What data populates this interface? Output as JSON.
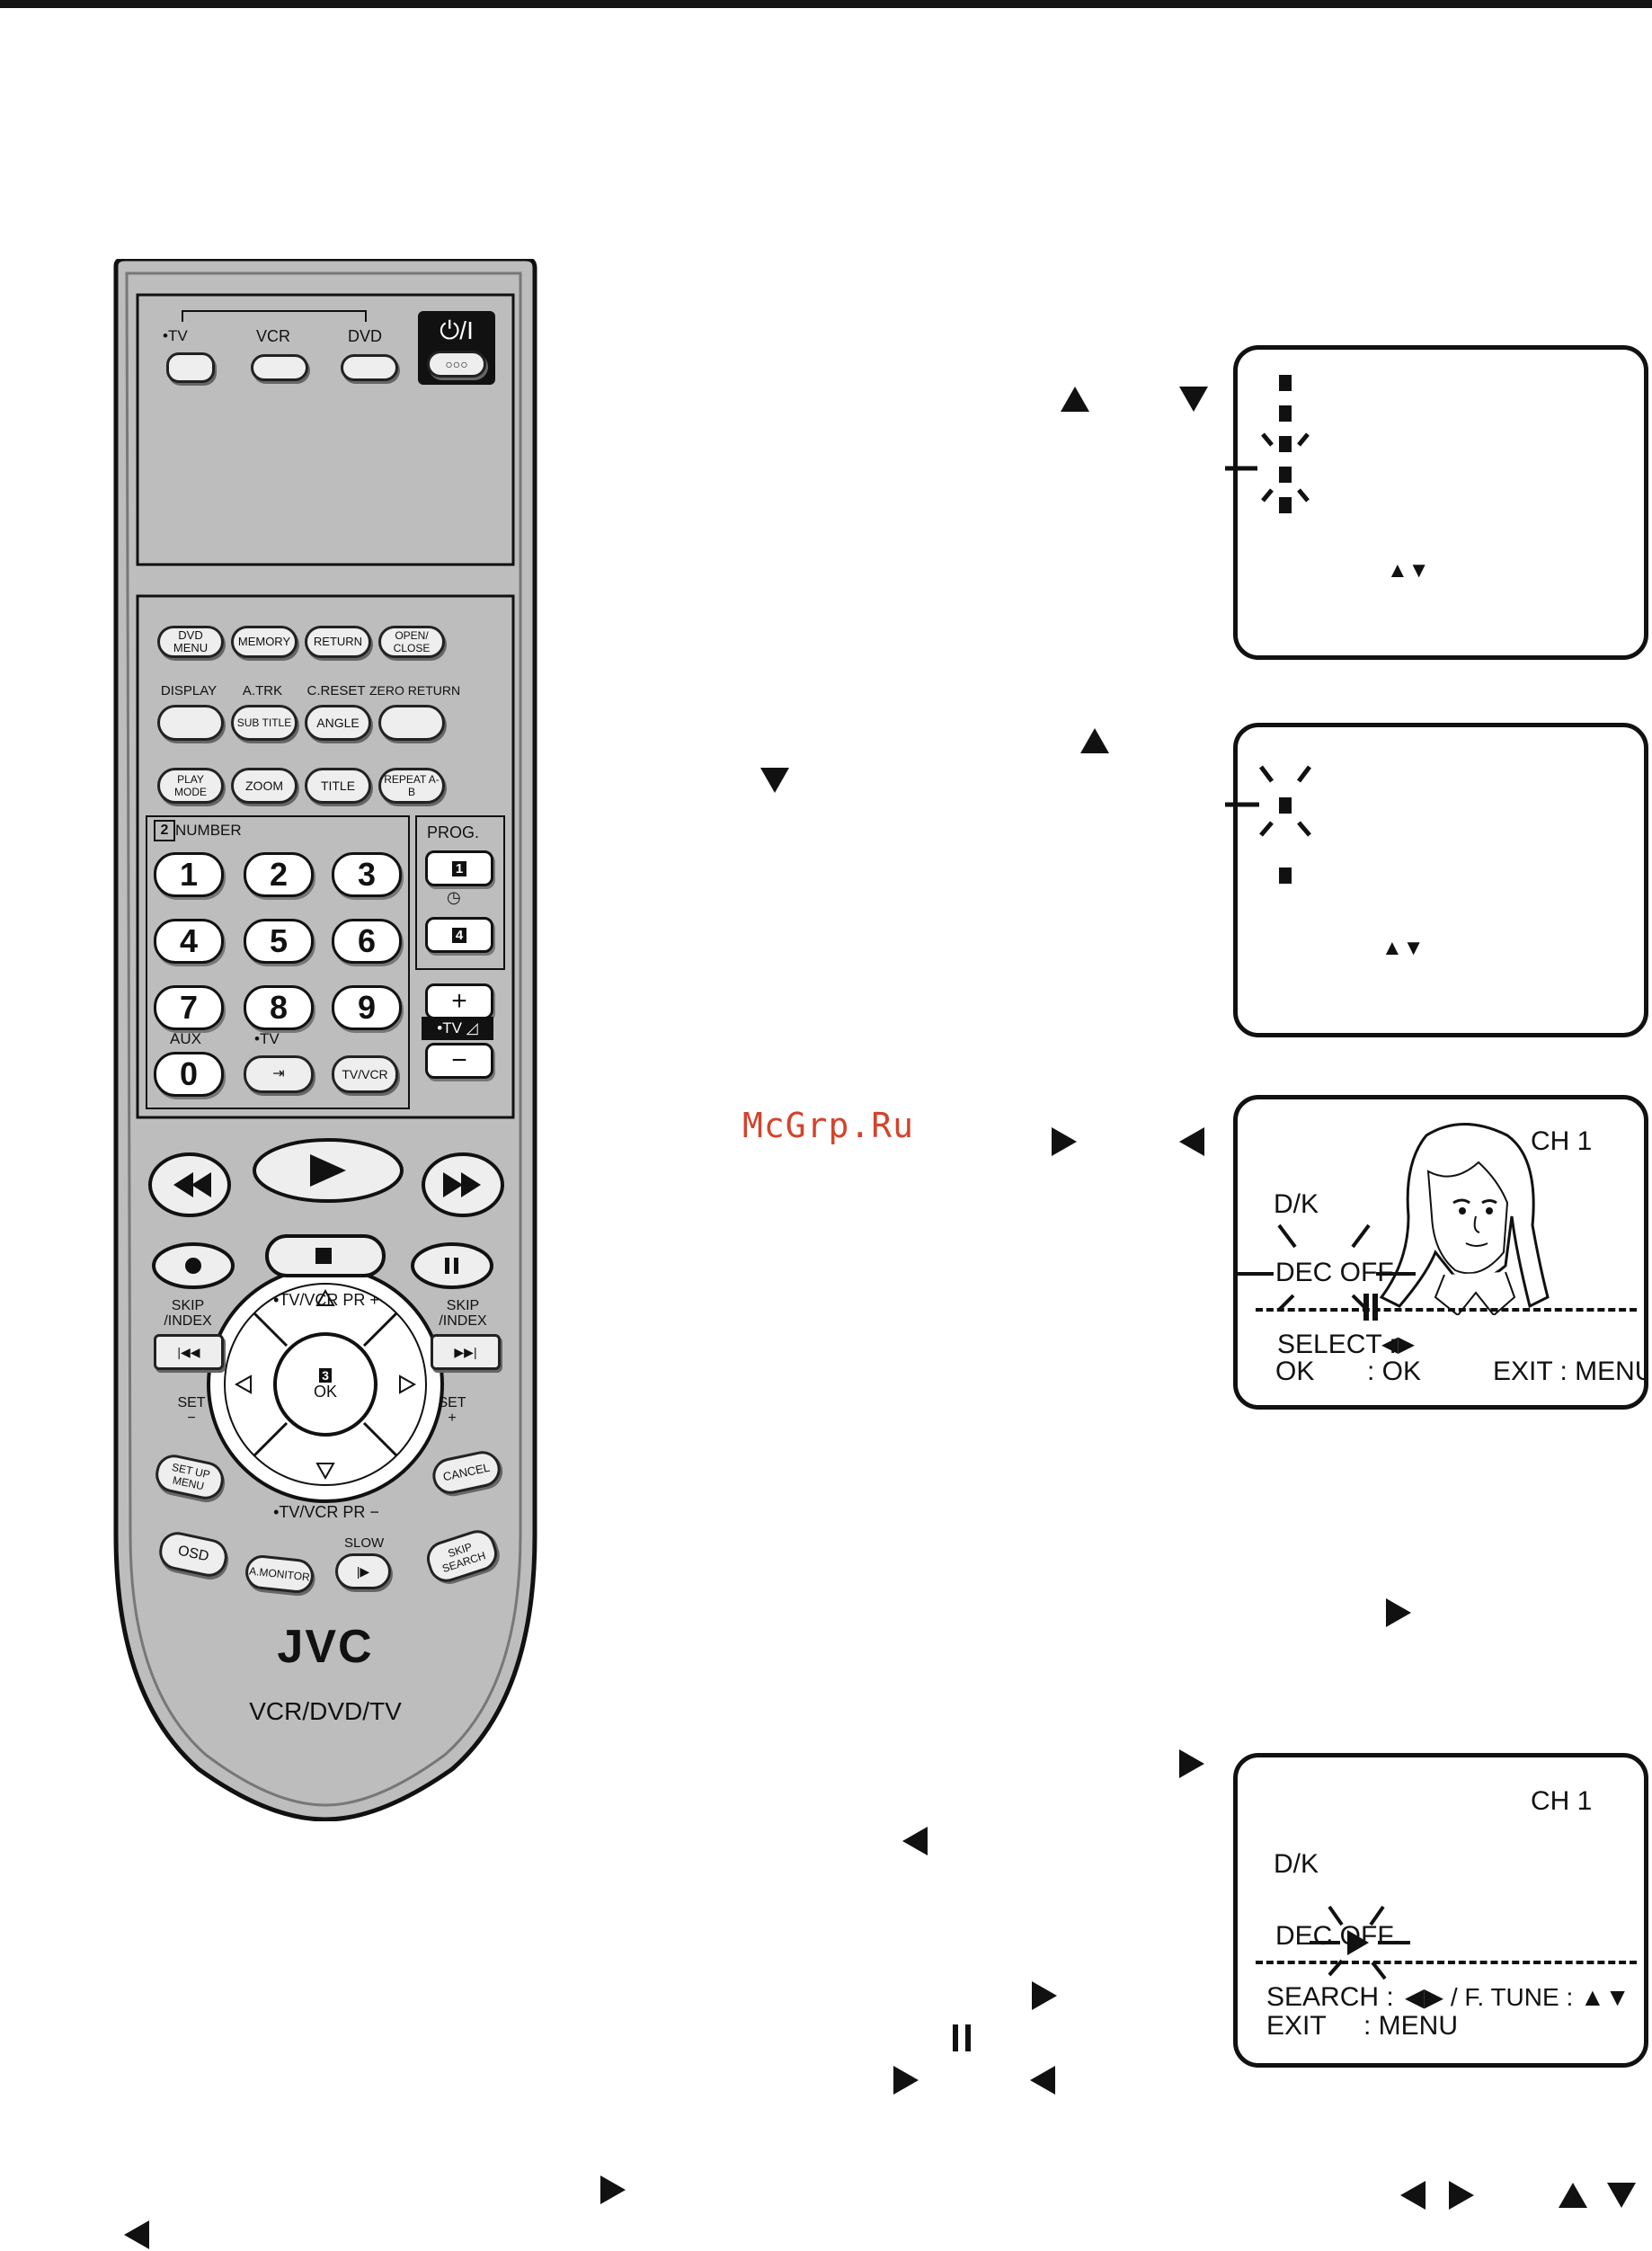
{
  "watermark": "McGrp.Ru",
  "remote": {
    "top_labels": {
      "tv": "•TV",
      "vcr": "VCR",
      "dvd": "DVD"
    },
    "power_label": "⏻/I",
    "row1": [
      "DVD MENU",
      "MEMORY",
      "RETURN",
      "OPEN/ CLOSE"
    ],
    "row2_top": [
      "DISPLAY",
      "A.TRK",
      "C.RESET",
      "ZERO RETURN"
    ],
    "row2": [
      "",
      "SUB TITLE",
      "ANGLE",
      ""
    ],
    "row3": [
      "PLAY MODE",
      "ZOOM",
      "TITLE",
      "REPEAT A-B"
    ],
    "number_label": "NUMBER",
    "number_tag": "2",
    "prog_label": "PROG.",
    "prog_keys": [
      "1",
      "4"
    ],
    "digits": [
      "1",
      "2",
      "3",
      "4",
      "5",
      "6",
      "7",
      "8",
      "9",
      "0"
    ],
    "aux_label": "AUX",
    "tv_label": "•TV",
    "tvvcr_label": "TV/VCR",
    "vol_plus": "+",
    "vol_minus": "−",
    "tv_vol_label": "•TV ◿",
    "skip_index_left": "SKIP /INDEX",
    "skip_index_right": "SKIP /INDEX",
    "pr_top": "•TV/VCR PR +",
    "pr_bottom": "•TV/VCR PR −",
    "set_minus": "SET −",
    "set_plus": "SET +",
    "ok_tag": "3",
    "ok_label": "OK",
    "setup_menu": "SET UP MENU",
    "cancel": "CANCEL",
    "osd": "OSD",
    "a_monitor": "A.MONITOR",
    "slow": "SLOW",
    "skip_search": "SKIP SEARCH",
    "brand": "JVC",
    "model": "VCR/DVD/TV"
  },
  "screen3": {
    "ch": "CH   1",
    "dk": "D/K",
    "dec": "DEC OFF",
    "select": "SELECT :",
    "select_arrows": "◀▶",
    "ok": "OK",
    "ok_val": ": OK",
    "exit": "EXIT : MENU"
  },
  "screen4": {
    "ch": "CH   1",
    "dk": "D/K",
    "dec": "DEC OFF",
    "search": "SEARCH :",
    "search_arrows": "◀▶ / F. TUNE : ▲▼",
    "exit": "EXIT",
    "exit_val": ": MENU"
  },
  "screen1": {
    "arrows": "▲▼"
  },
  "screen2": {
    "arrows": "▲▼"
  },
  "colors": {
    "watermark": "#d4432c",
    "remote_body": "#bdbdbd",
    "ink": "#111111"
  }
}
